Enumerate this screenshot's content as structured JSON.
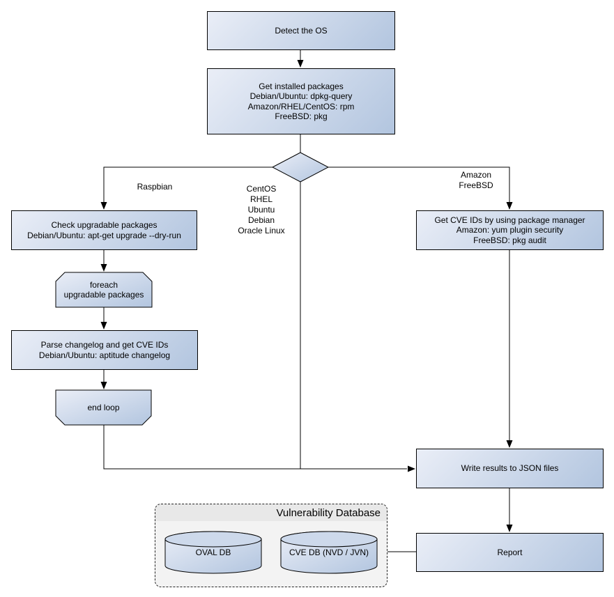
{
  "nodes": {
    "detect_os": "Detect the OS",
    "get_installed_packages": "Get installed packages\nDebian/Ubuntu: dpkg-query\nAmazon/RHEL/CentOS: rpm\nFreeBSD: pkg",
    "check_upgradable": "Check upgradable packages\nDebian/Ubuntu: apt-get upgrade --dry-run",
    "foreach_loop": "foreach\nupgradable packages",
    "parse_changelog": "Parse changelog and get CVE IDs\nDebian/Ubuntu: aptitude changelog",
    "end_loop": "end loop",
    "get_cve_ids": "Get CVE IDs by using package manager\nAmazon: yum plugin security\nFreeBSD: pkg audit",
    "write_results": "Write results to JSON files",
    "report": "Report"
  },
  "edge_labels": {
    "raspbian_branch": "Raspbian",
    "rpm_deb_branch": "CentOS\nRHEL\nUbuntu\nDebian\nOracle Linux",
    "amazon_freebsd_branch": "Amazon\nFreeBSD"
  },
  "cluster": {
    "title": "Vulnerability Database",
    "databases": {
      "oval_db": "OVAL DB",
      "cve_db": "CVE DB (NVD / JVN)"
    }
  },
  "colors": {
    "node_gradient_start": "#eaeef7",
    "node_gradient_end": "#b2c5df",
    "cylinder_top": "#cdd9eb",
    "cluster_body": "#f3f3f3",
    "cluster_header": "#e8e8e8",
    "edge": "#000000"
  }
}
